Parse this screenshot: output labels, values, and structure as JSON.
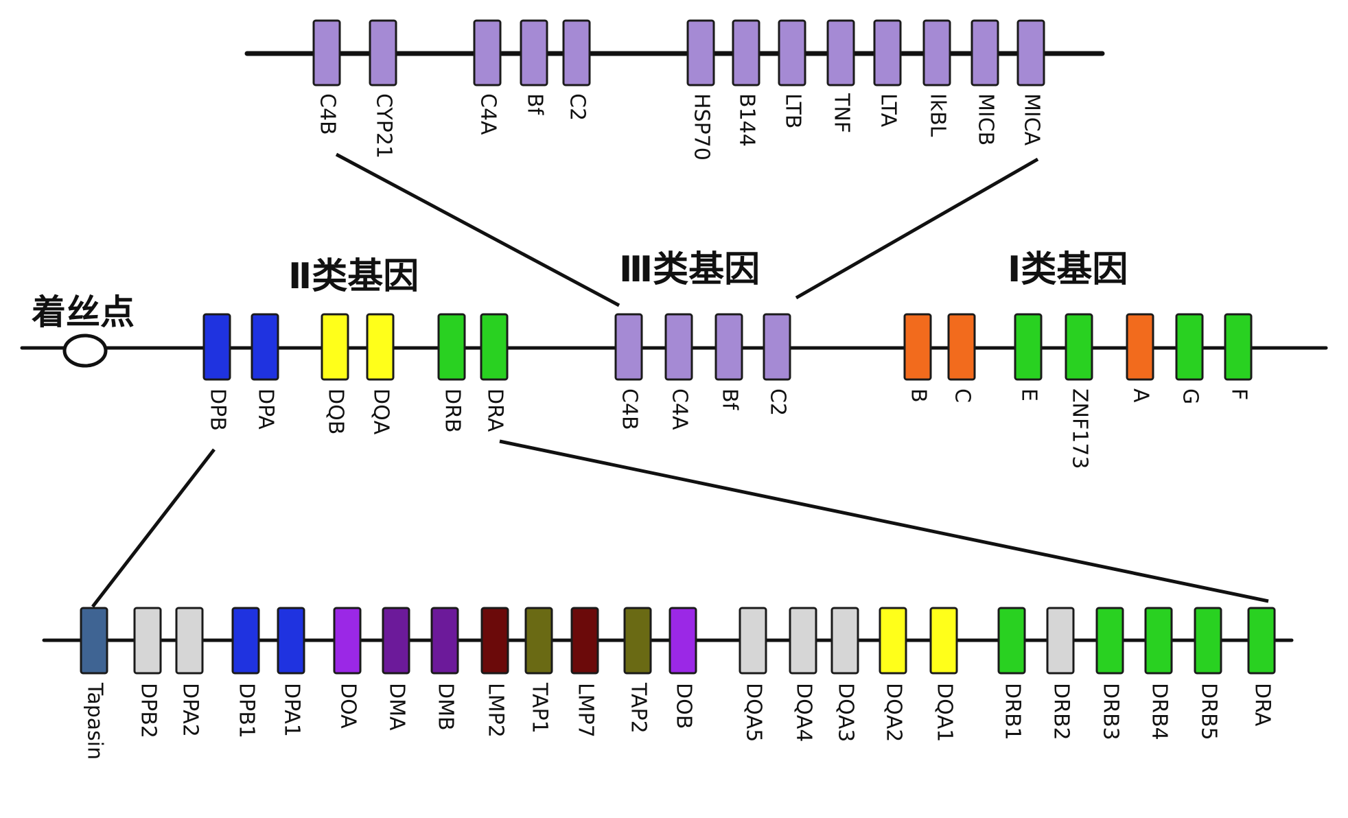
{
  "diagram": {
    "centromere_label": "着丝点",
    "class_headings": {
      "class2": "Ⅱ类基因",
      "class3": "Ⅲ类基因",
      "class1": "Ⅰ类基因"
    },
    "colors": {
      "line": "#111111",
      "border": "#1a1a1a",
      "purple_light": "#a58ad4",
      "blue": "#1f33e0",
      "yellow": "#ffff1a",
      "green": "#29d121",
      "orange": "#f26b1d",
      "steel": "#3f6493",
      "grey": "#d6d6d6",
      "violet": "#9b28e6",
      "dark_purple": "#6c1a9a",
      "maroon": "#6b0a0a",
      "olive": "#6a6a14"
    },
    "top_row": [
      {
        "label": "C4B",
        "color": "purple_light"
      },
      {
        "label": "CYP21",
        "color": "purple_light"
      },
      {
        "label": "C4A",
        "color": "purple_light"
      },
      {
        "label": "Bf",
        "color": "purple_light"
      },
      {
        "label": "C2",
        "color": "purple_light"
      },
      {
        "label": "HSP70",
        "color": "purple_light"
      },
      {
        "label": "B144",
        "color": "purple_light"
      },
      {
        "label": "LTB",
        "color": "purple_light"
      },
      {
        "label": "TNF",
        "color": "purple_light"
      },
      {
        "label": "LTA",
        "color": "purple_light"
      },
      {
        "label": "IkBL",
        "color": "purple_light"
      },
      {
        "label": "MICB",
        "color": "purple_light"
      },
      {
        "label": "MICA",
        "color": "purple_light"
      }
    ],
    "middle_row": [
      {
        "label": "DPB",
        "color": "blue"
      },
      {
        "label": "DPA",
        "color": "blue"
      },
      {
        "label": "DQB",
        "color": "yellow"
      },
      {
        "label": "DQA",
        "color": "yellow"
      },
      {
        "label": "DRB",
        "color": "green"
      },
      {
        "label": "DRA",
        "color": "green"
      },
      {
        "label": "C4B",
        "color": "purple_light"
      },
      {
        "label": "C4A",
        "color": "purple_light"
      },
      {
        "label": "Bf",
        "color": "purple_light"
      },
      {
        "label": "C2",
        "color": "purple_light"
      },
      {
        "label": "B",
        "color": "orange"
      },
      {
        "label": "C",
        "color": "orange"
      },
      {
        "label": "E",
        "color": "green"
      },
      {
        "label": "ZNF173",
        "color": "green"
      },
      {
        "label": "A",
        "color": "orange"
      },
      {
        "label": "G",
        "color": "green"
      },
      {
        "label": "F",
        "color": "green"
      }
    ],
    "bottom_row": [
      {
        "label": "Tapasin",
        "color": "steel"
      },
      {
        "label": "DPB2",
        "color": "grey"
      },
      {
        "label": "DPA2",
        "color": "grey"
      },
      {
        "label": "DPB1",
        "color": "blue"
      },
      {
        "label": "DPA1",
        "color": "blue"
      },
      {
        "label": "DOA",
        "color": "violet"
      },
      {
        "label": "DMA",
        "color": "dark_purple"
      },
      {
        "label": "DMB",
        "color": "dark_purple"
      },
      {
        "label": "LMP2",
        "color": "maroon"
      },
      {
        "label": "TAP1",
        "color": "olive"
      },
      {
        "label": "LMP7",
        "color": "maroon"
      },
      {
        "label": "TAP2",
        "color": "olive"
      },
      {
        "label": "DOB",
        "color": "violet"
      },
      {
        "label": "DQA5",
        "color": "grey"
      },
      {
        "label": "DQA4",
        "color": "grey"
      },
      {
        "label": "DQA3",
        "color": "grey"
      },
      {
        "label": "DQA2",
        "color": "yellow"
      },
      {
        "label": "DQA1",
        "color": "yellow"
      },
      {
        "label": "DRB1",
        "color": "green"
      },
      {
        "label": "DRB2",
        "color": "grey"
      },
      {
        "label": "DRB3",
        "color": "green"
      },
      {
        "label": "DRB4",
        "color": "green"
      },
      {
        "label": "DRB5",
        "color": "green"
      },
      {
        "label": "DRA",
        "color": "green"
      }
    ]
  }
}
